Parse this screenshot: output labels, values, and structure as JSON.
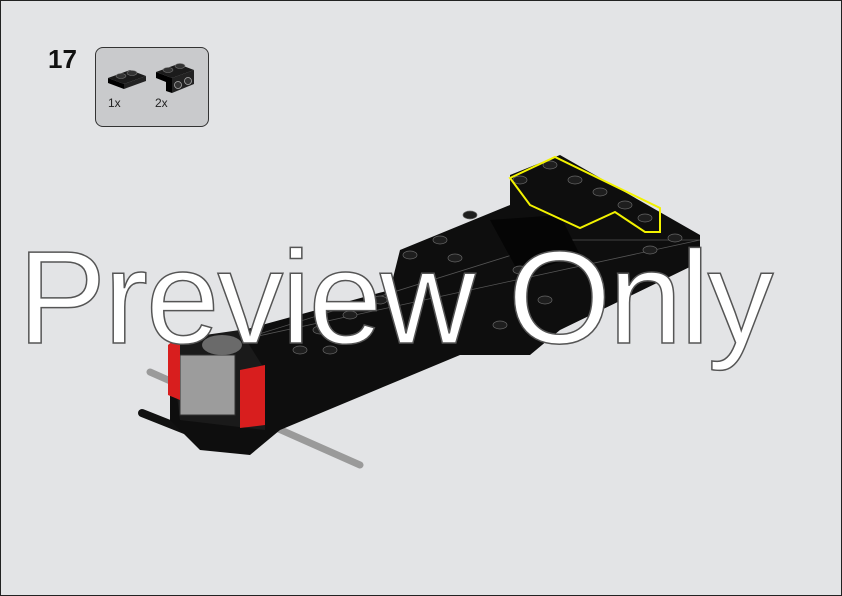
{
  "step": {
    "number": "17"
  },
  "parts_list": {
    "items": [
      {
        "part": "plate-1x2",
        "color": "#1b1b1b",
        "quantity": "1x"
      },
      {
        "part": "bracket-1x2-1x2",
        "color": "#1b1b1b",
        "quantity": "2x"
      }
    ]
  },
  "watermark": "Preview Only",
  "colors": {
    "background": "#e3e4e6",
    "model": "#111111",
    "highlight": "#f2f200",
    "accent_red": "#d81e1e"
  }
}
